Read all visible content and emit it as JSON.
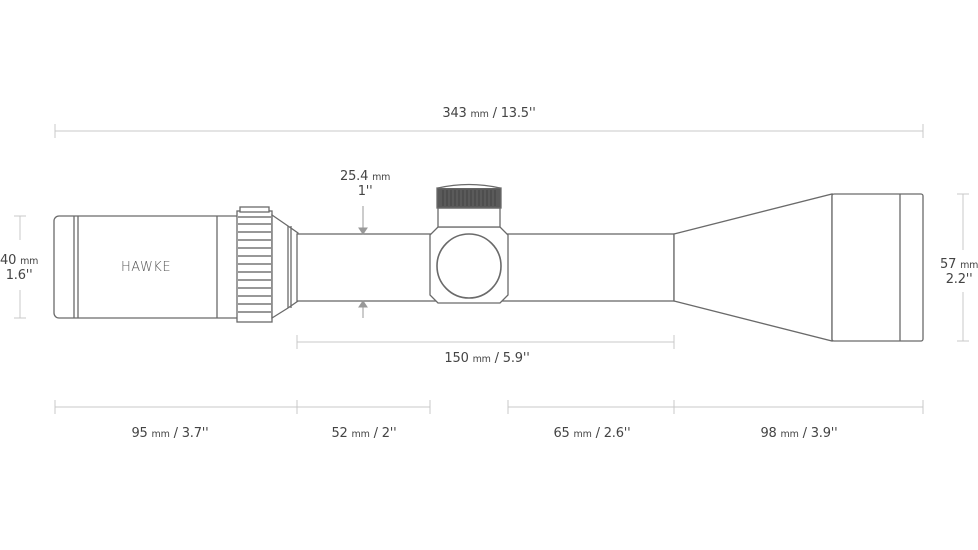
{
  "diagram": {
    "subject": "Rifle scope dimension drawing",
    "brand_logo": "HAWKE",
    "colors": {
      "outline": "#666666",
      "dimension_line": "#c8c8c8",
      "text": "#444444",
      "turret_cap": "#5a5a5a"
    }
  },
  "dimensions": {
    "overall_length": {
      "value": "343",
      "unit": "mm",
      "imperial": "/ 13.5''"
    },
    "tube_diameter": {
      "value": "25.4",
      "unit": "mm",
      "imperial": "1''"
    },
    "eyepiece_diameter": {
      "value": "40",
      "unit": "mm",
      "imperial": "1.6''"
    },
    "objective_diameter": {
      "value": "57",
      "unit": "mm",
      "imperial": "2.2''"
    },
    "mount_length": {
      "value": "150",
      "unit": "mm",
      "imperial": "/ 5.9''"
    },
    "segments": [
      {
        "value": "95",
        "unit": "mm",
        "imperial": "/ 3.7''"
      },
      {
        "value": "52",
        "unit": "mm",
        "imperial": "/ 2''"
      },
      {
        "value": "65",
        "unit": "mm",
        "imperial": "/ 2.6''"
      },
      {
        "value": "98",
        "unit": "mm",
        "imperial": "/ 3.9''"
      }
    ]
  }
}
